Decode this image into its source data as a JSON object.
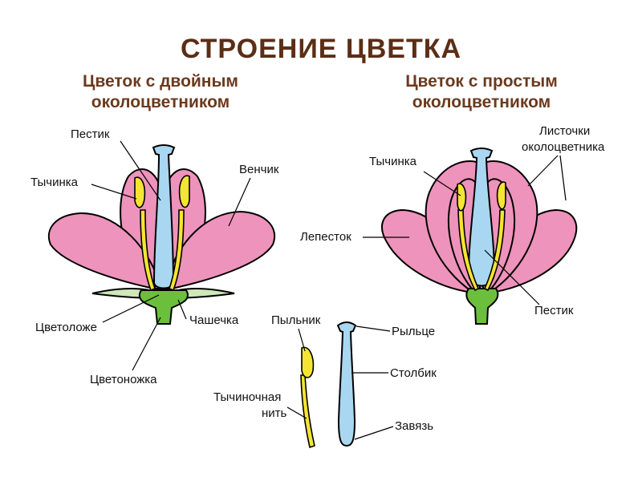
{
  "title": "СТРОЕНИЕ  ЦВЕТКА",
  "left": {
    "heading": [
      "Цветок с двойным",
      "околоцветником"
    ],
    "labels": {
      "pestik": "Пестик",
      "tychinka": "Тычинка",
      "venchik": "Венчик",
      "tsvetolozhe": "Цветоложе",
      "chashechka": "Чашечка",
      "tsvetonozhka": "Цветоножка"
    }
  },
  "right": {
    "heading": [
      "Цветок с простым",
      "околоцветником"
    ],
    "labels": {
      "listochki": [
        "Листочки",
        "околоцветника"
      ],
      "tychinka": "Тычинка",
      "lepestok": "Лепесток",
      "pestik": "Пестик"
    }
  },
  "parts": {
    "stamen": {
      "pylnik": "Пыльник",
      "nit": [
        "Тычиночная",
        "нить"
      ]
    },
    "pistil": {
      "rylce": "Рыльце",
      "stolbik": "Столбик",
      "zavyaz": "Завязь"
    }
  },
  "colors": {
    "title": "#5b2e16",
    "heading": "#6b3a1e",
    "petal": "#ee93bb",
    "pistil": "#a9d7f1",
    "stamen": "#f5e431",
    "receptacle": "#6cbf3c",
    "sepal": "#cfe7b9"
  }
}
